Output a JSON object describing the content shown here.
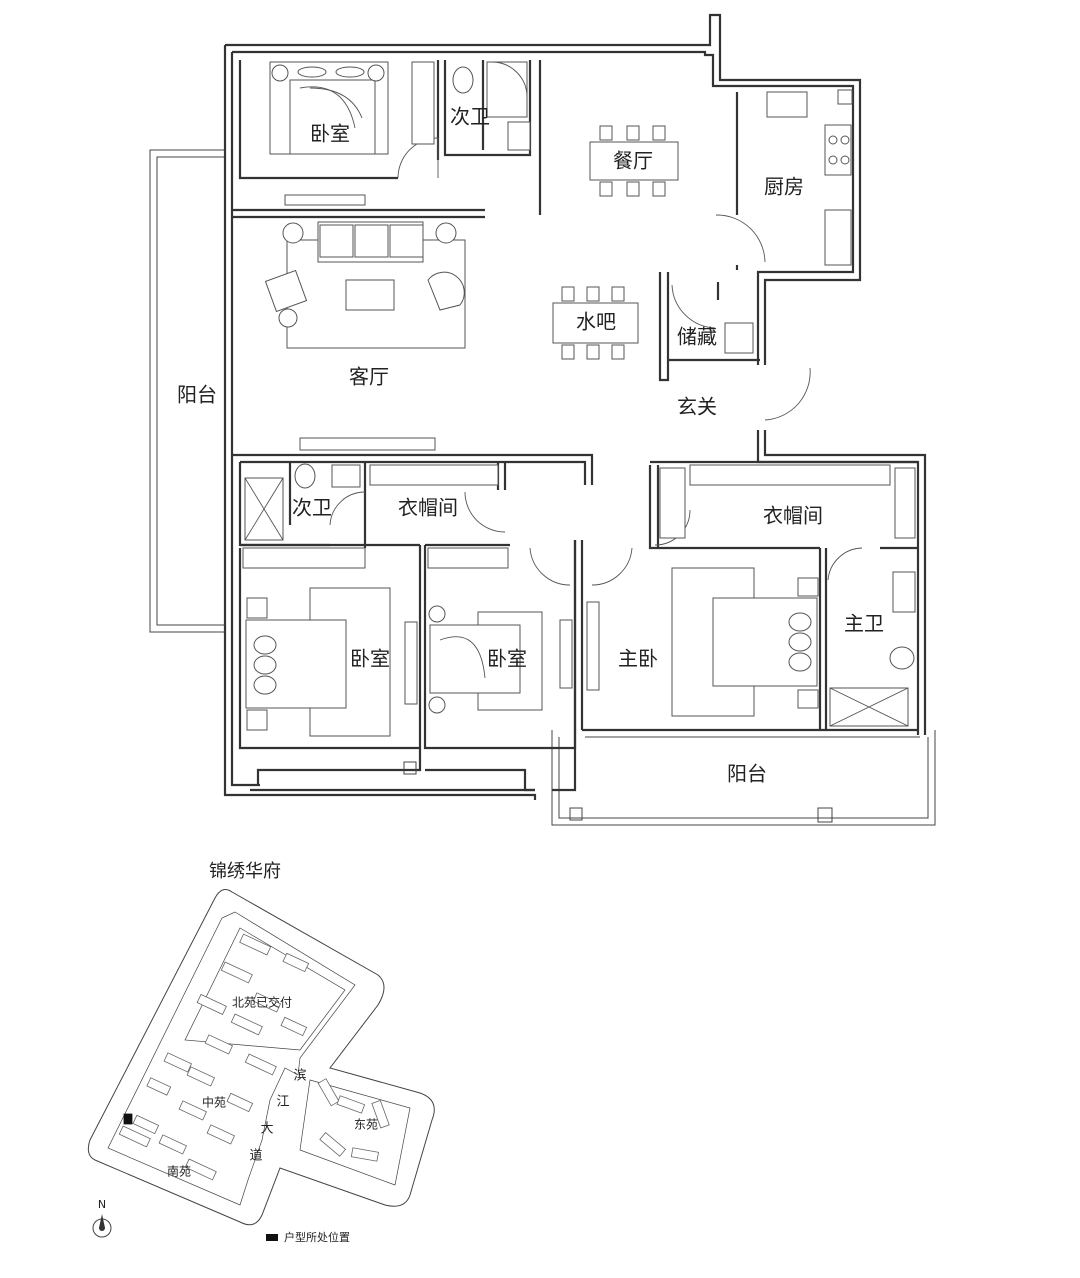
{
  "floorplan": {
    "rooms": [
      {
        "id": "bedroom-nw",
        "label": "卧室"
      },
      {
        "id": "bath-north",
        "label": "次卫"
      },
      {
        "id": "dining",
        "label": "餐厅"
      },
      {
        "id": "kitchen",
        "label": "厨房"
      },
      {
        "id": "balcony-west",
        "label": "阳台"
      },
      {
        "id": "living",
        "label": "客厅"
      },
      {
        "id": "water-bar",
        "label": "水吧"
      },
      {
        "id": "storage",
        "label": "储藏"
      },
      {
        "id": "foyer",
        "label": "玄关"
      },
      {
        "id": "bath-west",
        "label": "次卫"
      },
      {
        "id": "closet-west",
        "label": "衣帽间"
      },
      {
        "id": "closet-east",
        "label": "衣帽间"
      },
      {
        "id": "bedroom-sw",
        "label": "卧室"
      },
      {
        "id": "bedroom-south",
        "label": "卧室"
      },
      {
        "id": "master-bedroom",
        "label": "主卧"
      },
      {
        "id": "master-bath",
        "label": "主卫"
      },
      {
        "id": "balcony-south",
        "label": "阳台"
      }
    ]
  },
  "siteplan": {
    "title": "锦绣华府",
    "zones": [
      {
        "id": "north",
        "label": "北苑已交付"
      },
      {
        "id": "middle",
        "label": "中苑"
      },
      {
        "id": "east",
        "label": "东苑"
      },
      {
        "id": "south",
        "label": "南苑"
      }
    ],
    "road": [
      "滨",
      "江",
      "大",
      "道"
    ],
    "compass": "N",
    "legend": "户型所处位置"
  }
}
